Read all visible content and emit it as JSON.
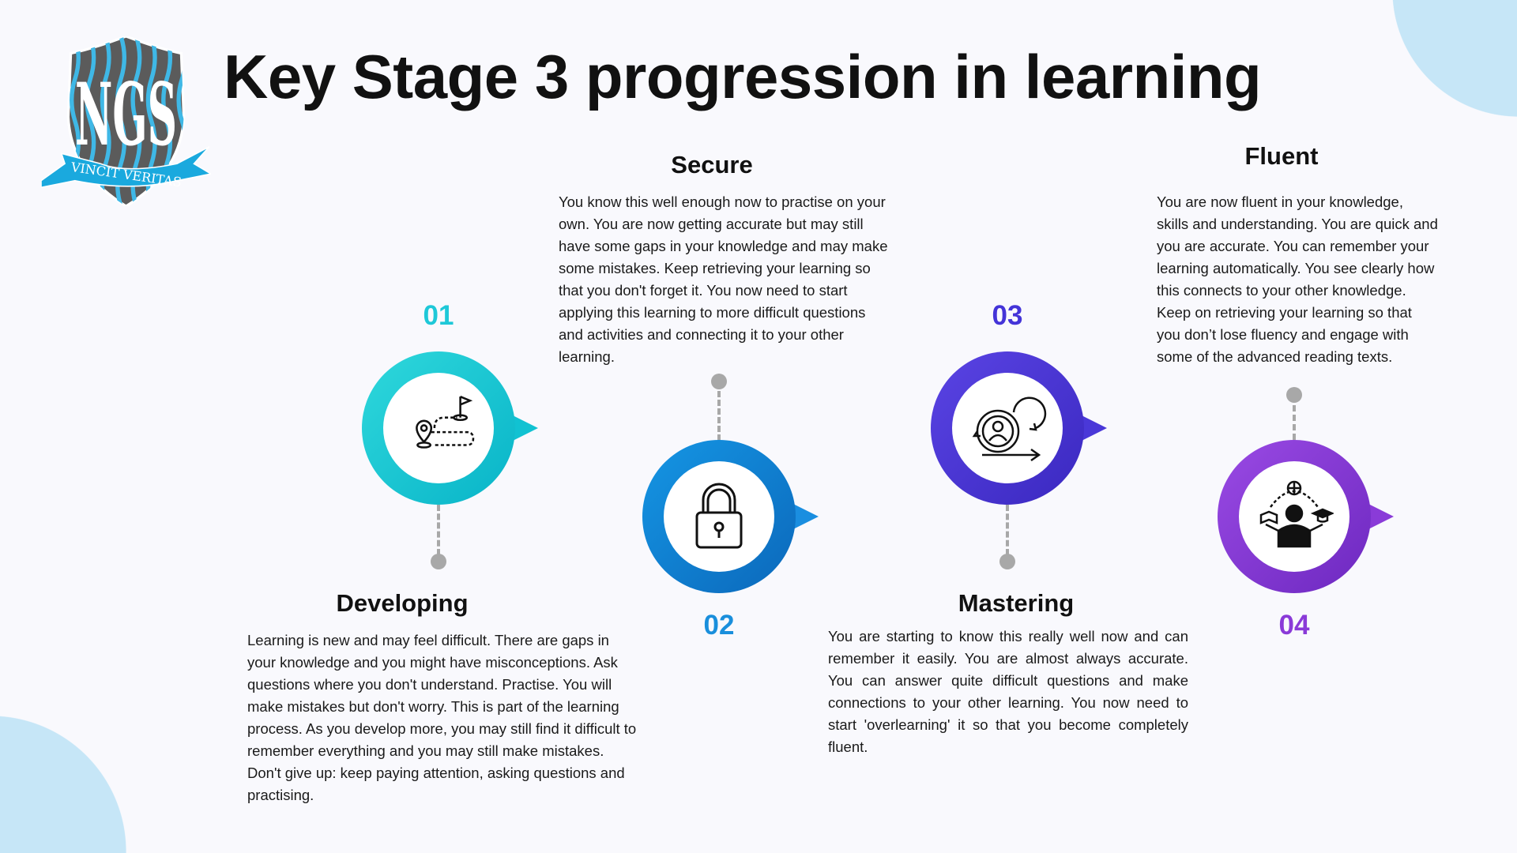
{
  "title": "Key Stage 3 progression in learning",
  "logo": {
    "letters": "NGS",
    "motto": "VINCIT VERITAS"
  },
  "colors": {
    "stage1": "#14c6d4",
    "stage2": "#1488d8",
    "stage3": "#4433d6",
    "stage4": "#8a3bd8",
    "decor": "#c6e6f7"
  },
  "stages": [
    {
      "number": "01",
      "heading": "Developing",
      "icon": "route-map-icon",
      "text": "Learning is new and may feel difficult. There are gaps in your knowledge and you might have misconceptions. Ask questions where you don't understand. Practise. You will make mistakes but don't worry. This is part of the learning process. As you develop more, you may still find it difficult to remember everything and you may still make mistakes. Don't give up: keep paying attention, asking questions and practising."
    },
    {
      "number": "02",
      "heading": "Secure",
      "icon": "padlock-icon",
      "text": "You know this well enough now to practise on your own. You are now getting accurate but may still have some gaps in your knowledge and may make some mistakes. Keep retrieving your learning so that you don't forget it. You now need to start applying this learning to more difficult questions and activities and connecting it to your other learning."
    },
    {
      "number": "03",
      "heading": "Mastering",
      "icon": "person-cycle-icon",
      "text": "You are starting to know this really well now and can remember it easily. You are almost always accurate. You can answer quite difficult questions and make connections to your other learning. You now need to start 'overlearning' it so that you become completely fluent."
    },
    {
      "number": "04",
      "heading": "Fluent",
      "icon": "learner-knowledge-icon",
      "text": "You are now fluent in your knowledge, skills and understanding. You are quick and you are accurate. You can remember your learning automatically. You see clearly how this connects to your other knowledge. Keep on retrieving your learning so that you don’t lose fluency and engage with some of the advanced reading texts."
    }
  ]
}
